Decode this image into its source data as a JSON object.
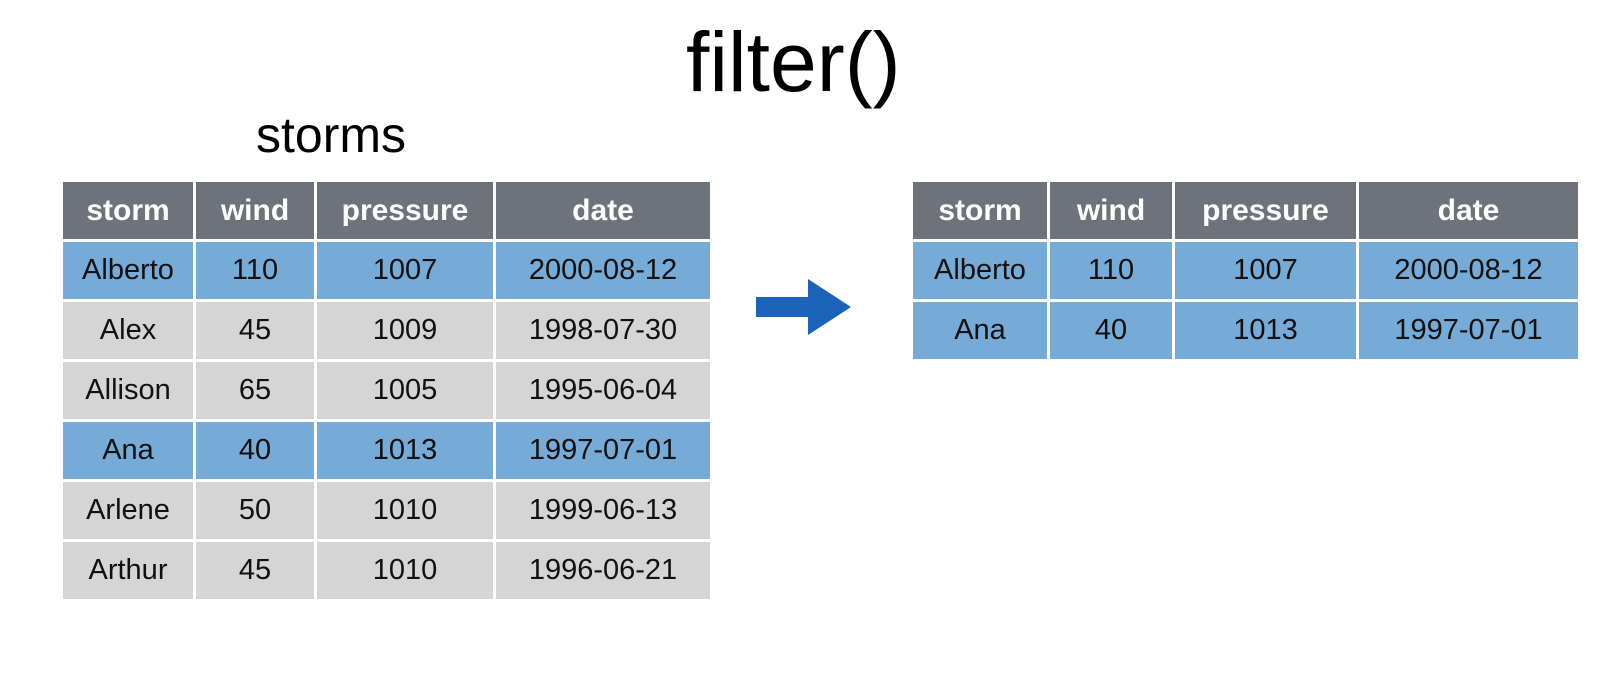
{
  "title": "filter()",
  "colors": {
    "background": "#ffffff",
    "header_bg": "#6e737b",
    "header_text": "#ffffff",
    "highlight_row_bg": "#76aad7",
    "normal_row_bg": "#d5d5d5",
    "body_text": "#111111",
    "arrow": "#1b63b8"
  },
  "arrow_icon": "right-arrow",
  "source_table": {
    "label": "storms",
    "headers": [
      "storm",
      "wind",
      "pressure",
      "date"
    ],
    "rows": [
      {
        "storm": "Alberto",
        "wind": "110",
        "pressure": "1007",
        "date": "2000-08-12",
        "highlighted": true
      },
      {
        "storm": "Alex",
        "wind": "45",
        "pressure": "1009",
        "date": "1998-07-30",
        "highlighted": false
      },
      {
        "storm": "Allison",
        "wind": "65",
        "pressure": "1005",
        "date": "1995-06-04",
        "highlighted": false
      },
      {
        "storm": "Ana",
        "wind": "40",
        "pressure": "1013",
        "date": "1997-07-01",
        "highlighted": true
      },
      {
        "storm": "Arlene",
        "wind": "50",
        "pressure": "1010",
        "date": "1999-06-13",
        "highlighted": false
      },
      {
        "storm": "Arthur",
        "wind": "45",
        "pressure": "1010",
        "date": "1996-06-21",
        "highlighted": false
      }
    ]
  },
  "result_table": {
    "headers": [
      "storm",
      "wind",
      "pressure",
      "date"
    ],
    "rows": [
      {
        "storm": "Alberto",
        "wind": "110",
        "pressure": "1007",
        "date": "2000-08-12",
        "highlighted": true
      },
      {
        "storm": "Ana",
        "wind": "40",
        "pressure": "1013",
        "date": "1997-07-01",
        "highlighted": true
      }
    ]
  }
}
